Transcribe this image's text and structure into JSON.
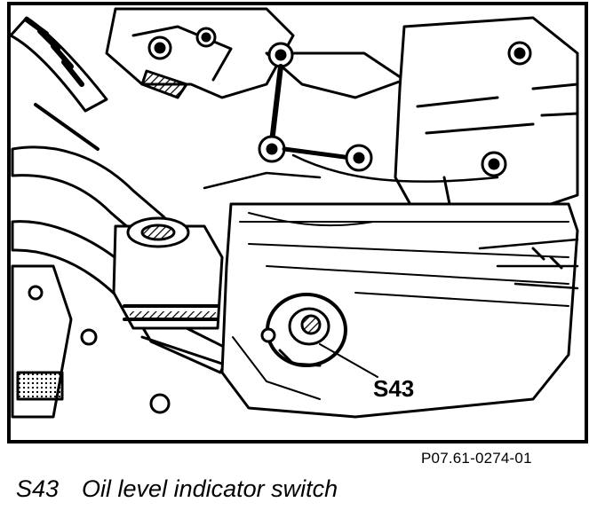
{
  "diagram": {
    "callout_label": "S43",
    "figure_code": "P07.61-0274-01"
  },
  "caption": {
    "code": "S43",
    "text": "Oil level indicator switch"
  }
}
